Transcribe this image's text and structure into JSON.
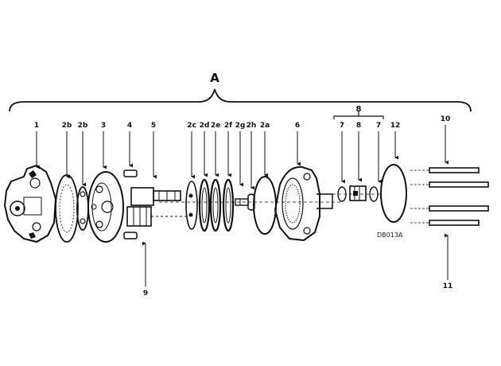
{
  "group_label": "A",
  "subgroup_label": "8",
  "callouts": {
    "c1": "1",
    "c2b_a": "2b",
    "c2b_b": "2b",
    "c3": "3",
    "c4": "4",
    "c5": "5",
    "c2c": "2c",
    "c2d": "2d",
    "c2e": "2e",
    "c2f": "2f",
    "c2g": "2g",
    "c2h": "2h",
    "c2a": "2a",
    "c6": "6",
    "c7a": "7",
    "c8": "8",
    "c7b": "7",
    "c12": "12",
    "c10": "10",
    "c9": "9",
    "c11": "11"
  },
  "drawing_ref": "DB013A",
  "colors": {
    "ink": "#111111",
    "paper": "#ffffff"
  }
}
